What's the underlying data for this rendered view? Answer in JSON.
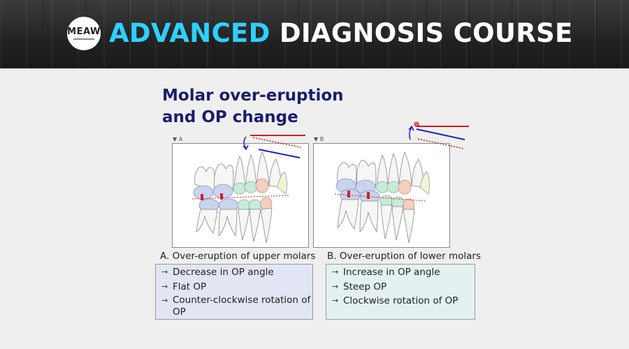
{
  "header": {
    "logo_text": "MEAW",
    "title_accent": "ADVANCED",
    "title_rest": "DIAGNOSIS COURSE",
    "colors": {
      "accent": "#2fd0ff",
      "title": "#ffffff"
    }
  },
  "slide": {
    "title_line1": "Molar over-eruption",
    "title_line2": "and OP change",
    "title_color": "#1c1c6e"
  },
  "panels": [
    {
      "label": "▼ A",
      "caption": "A. Over-eruption of upper molars",
      "bullets": [
        "Decrease in OP angle",
        "Flat OP",
        "Counter-clockwise rotation of OP"
      ]
    },
    {
      "label": "▼ B",
      "caption": "B. Over-eruption of lower molars",
      "bullets": [
        "Increase in OP angle",
        "Steep OP",
        "Clockwise rotation of OP"
      ]
    }
  ],
  "bullet_glyph": "→"
}
